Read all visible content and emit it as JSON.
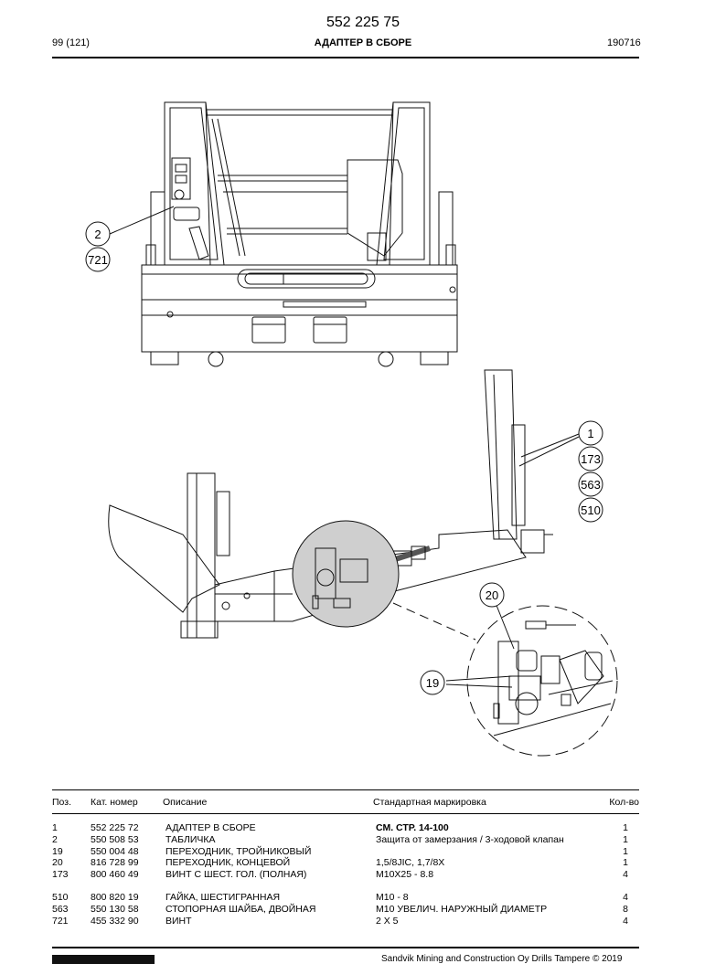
{
  "header": {
    "doc_number": "552 225 75",
    "page": "99 (121)",
    "title": "АДАПТЕР В СБОРЕ",
    "date": "190716"
  },
  "callouts": {
    "c2": "2",
    "c721": "721",
    "c1": "1",
    "c173": "173",
    "c563": "563",
    "c510": "510",
    "c20": "20",
    "c19": "19"
  },
  "table": {
    "headers": {
      "pos": "Поз.",
      "cat": "Кат. номер",
      "desc": "Описание",
      "std": "Стандартная маркировка",
      "qty": "Кол-во"
    },
    "rows": [
      {
        "pos": "1",
        "cat": "552 225 72",
        "desc": "АДАПТЕР В СБОРЕ",
        "std": "СМ. СТР. 14-100",
        "qty": "1"
      },
      {
        "pos": "2",
        "cat": "550 508 53",
        "desc": "ТАБЛИЧКА",
        "std": "Защита от замерзания / 3-ходовой клапан",
        "qty": "1"
      },
      {
        "pos": "19",
        "cat": "550 004 48",
        "desc": "ПЕРЕХОДНИК, ТРОЙНИКОВЫЙ",
        "std": "",
        "qty": "1"
      },
      {
        "pos": "20",
        "cat": "816 728 99",
        "desc": "ПЕРЕХОДНИК, КОНЦЕВОЙ",
        "std": "1,5/8JIC, 1,7/8X",
        "qty": "1"
      },
      {
        "pos": "173",
        "cat": "800 460 49",
        "desc": "ВИНТ С ШЕСТ. ГОЛ. (ПОЛНАЯ)",
        "std": "M10X25 - 8.8",
        "qty": "4"
      },
      {
        "pos": "510",
        "cat": "800 820 19",
        "desc": "ГАЙКА, ШЕСТИГРАННАЯ",
        "std": "M10 - 8",
        "qty": "4"
      },
      {
        "pos": "563",
        "cat": "550 130 58",
        "desc": "СТОПОРНАЯ ШАЙБА, ДВОЙНАЯ",
        "std": "M10 УВЕЛИЧ. НАРУЖНЫЙ ДИАМЕТР",
        "qty": "8"
      },
      {
        "pos": "721",
        "cat": "455 332 90",
        "desc": "ВИНТ",
        "std": "2 X 5",
        "qty": "4"
      }
    ]
  },
  "footer": {
    "copyright": "Sandvik Mining and Construction Oy Drills Tampere © 2019"
  }
}
